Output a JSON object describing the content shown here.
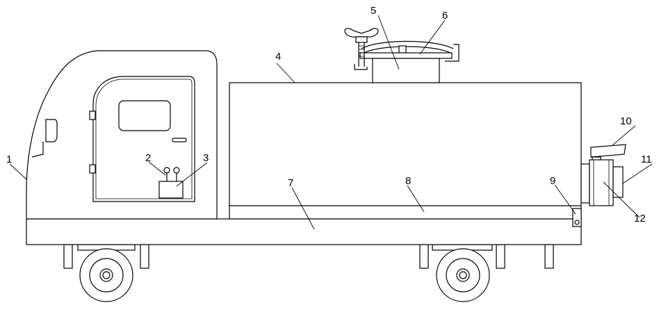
{
  "figure": {
    "type": "patent-line-drawing",
    "subject": "truck with tank body",
    "callouts": [
      {
        "id": "1",
        "label": "1"
      },
      {
        "id": "2",
        "label": "2"
      },
      {
        "id": "3",
        "label": "3"
      },
      {
        "id": "4",
        "label": "4"
      },
      {
        "id": "5",
        "label": "5"
      },
      {
        "id": "6",
        "label": "6"
      },
      {
        "id": "7",
        "label": "7"
      },
      {
        "id": "8",
        "label": "8"
      },
      {
        "id": "9",
        "label": "9"
      },
      {
        "id": "10",
        "label": "10"
      },
      {
        "id": "11",
        "label": "11"
      },
      {
        "id": "12",
        "label": "12"
      }
    ]
  }
}
